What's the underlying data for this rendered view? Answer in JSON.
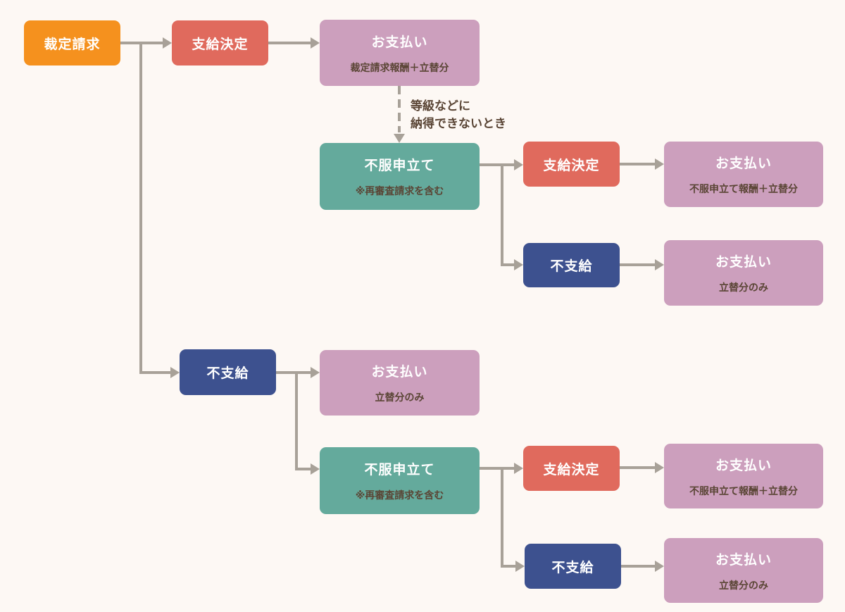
{
  "colors": {
    "background": "#fdf8f4",
    "claim": "#f5911e",
    "approved": "#e06a5d",
    "rejected": "#3d518f",
    "appeal": "#64aa9c",
    "payment": "#cc9fbd",
    "connector": "#a8a198",
    "dark_text": "#5a4535"
  },
  "nodes": {
    "claim": {
      "title": "裁定請求"
    },
    "approved1": {
      "title": "支給決定"
    },
    "payment1": {
      "title": "お支払い",
      "sub": "裁定請求報酬＋立替分"
    },
    "condition_note": {
      "line1": "等級などに",
      "line2": "納得できないとき"
    },
    "appeal1": {
      "title": "不服申立て",
      "sub": "※再審査請求を含む"
    },
    "approved2": {
      "title": "支給決定"
    },
    "payment2": {
      "title": "お支払い",
      "sub": "不服申立て報酬＋立替分"
    },
    "rejected2": {
      "title": "不支給"
    },
    "payment3": {
      "title": "お支払い",
      "sub": "立替分のみ"
    },
    "rejected1": {
      "title": "不支給"
    },
    "payment4": {
      "title": "お支払い",
      "sub": "立替分のみ"
    },
    "appeal2": {
      "title": "不服申立て",
      "sub": "※再審査請求を含む"
    },
    "approved3": {
      "title": "支給決定"
    },
    "payment5": {
      "title": "お支払い",
      "sub": "不服申立て報酬＋立替分"
    },
    "rejected3": {
      "title": "不支給"
    },
    "payment6": {
      "title": "お支払い",
      "sub": "立替分のみ"
    }
  },
  "edges": [
    {
      "from": "claim",
      "to": "approved1",
      "style": "solid"
    },
    {
      "from": "claim",
      "to": "rejected1",
      "style": "solid"
    },
    {
      "from": "approved1",
      "to": "payment1",
      "style": "solid"
    },
    {
      "from": "payment1",
      "to": "appeal1",
      "style": "dashed",
      "label": "condition_note"
    },
    {
      "from": "appeal1",
      "to": "approved2",
      "style": "solid"
    },
    {
      "from": "appeal1",
      "to": "rejected2",
      "style": "solid"
    },
    {
      "from": "approved2",
      "to": "payment2",
      "style": "solid"
    },
    {
      "from": "rejected2",
      "to": "payment3",
      "style": "solid"
    },
    {
      "from": "rejected1",
      "to": "payment4",
      "style": "solid"
    },
    {
      "from": "rejected1",
      "to": "appeal2",
      "style": "solid"
    },
    {
      "from": "appeal2",
      "to": "approved3",
      "style": "solid"
    },
    {
      "from": "appeal2",
      "to": "rejected3",
      "style": "solid"
    },
    {
      "from": "approved3",
      "to": "payment5",
      "style": "solid"
    },
    {
      "from": "rejected3",
      "to": "payment6",
      "style": "solid"
    }
  ]
}
